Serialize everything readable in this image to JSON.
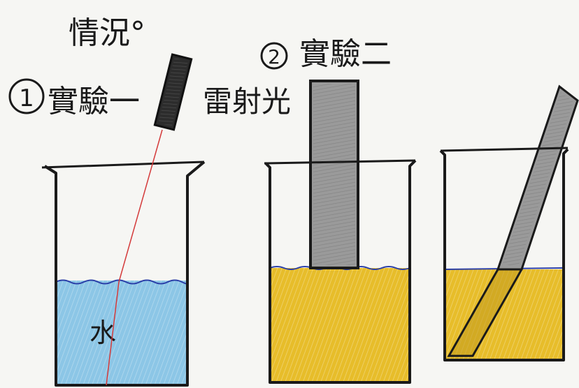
{
  "heading": "情況°",
  "experiment1": {
    "number": "1",
    "title": "實驗一",
    "laser_label": "雷射光",
    "liquid_label": "水"
  },
  "experiment2": {
    "number": "2",
    "title": "實驗二"
  },
  "colors": {
    "water": "#8cc6e6",
    "oil": "#e7bd2a",
    "rod": "#9a9a9a",
    "ink": "#1a1a1a",
    "surface_line": "#2b3fa8",
    "laser": "#d43a3a"
  }
}
